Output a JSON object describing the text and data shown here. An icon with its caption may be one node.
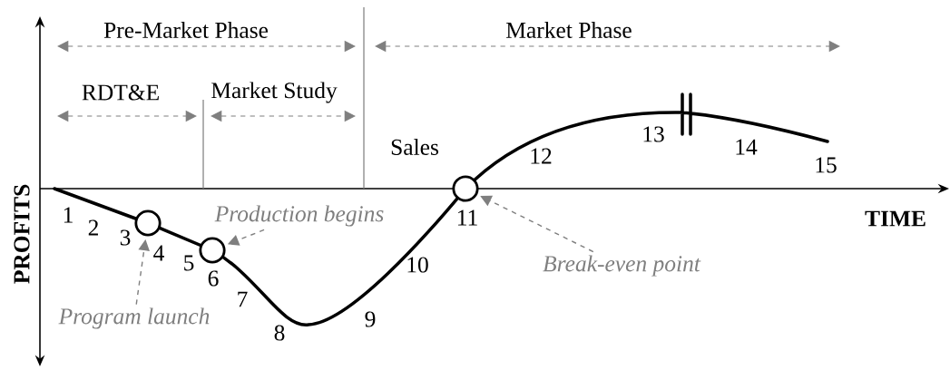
{
  "diagram": {
    "nodes": [
      {
        "text": [],
        "shape": "circle"
      },
      {
        "text": [],
        "shape": "circle"
      },
      {
        "text": [],
        "shape": "circle"
      },
      {
        "text": [
          "Program launch"
        ]
      },
      {
        "text": [
          "Production begins"
        ]
      },
      {
        "text": [
          "Break-even point"
        ]
      }
    ],
    "edges": [
      {
        "from": 3,
        "to": 0,
        "arrow": "to",
        "style": "dashed"
      },
      {
        "from": 4,
        "to": 1,
        "arrow": "to",
        "style": "dashed"
      },
      {
        "from": 5,
        "to": 2,
        "arrow": "to",
        "style": "dashed"
      }
    ],
    "labels": [
      "Pre-Market Phase",
      "Market Phase",
      "RDT&E",
      "Market Study",
      "Sales",
      "PROFITS",
      "1",
      "2",
      "3",
      "4",
      "5",
      "6",
      "7",
      "8",
      "9",
      "10",
      "11",
      "12",
      "13",
      "14",
      "15",
      "TIME"
    ]
  }
}
